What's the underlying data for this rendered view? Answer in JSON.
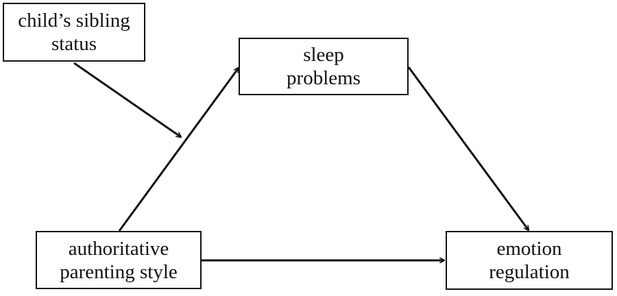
{
  "nodes": {
    "sibling": {
      "line1": "child’s sibling",
      "line2": "status"
    },
    "sleep": {
      "line1": "sleep",
      "line2": "problems"
    },
    "parenting": {
      "line1": "authoritative",
      "line2": "parenting style"
    },
    "emotion": {
      "line1": "emotion",
      "line2": "regulation"
    }
  },
  "edges": [
    {
      "from": "sibling",
      "to": "parenting-to-sleep-path",
      "type": "moderation"
    },
    {
      "from": "parenting",
      "to": "sleep",
      "type": "direct"
    },
    {
      "from": "sleep",
      "to": "emotion",
      "type": "direct"
    },
    {
      "from": "parenting",
      "to": "emotion",
      "type": "direct"
    }
  ],
  "colors": {
    "line": "#111111",
    "background": "#ffffff"
  }
}
